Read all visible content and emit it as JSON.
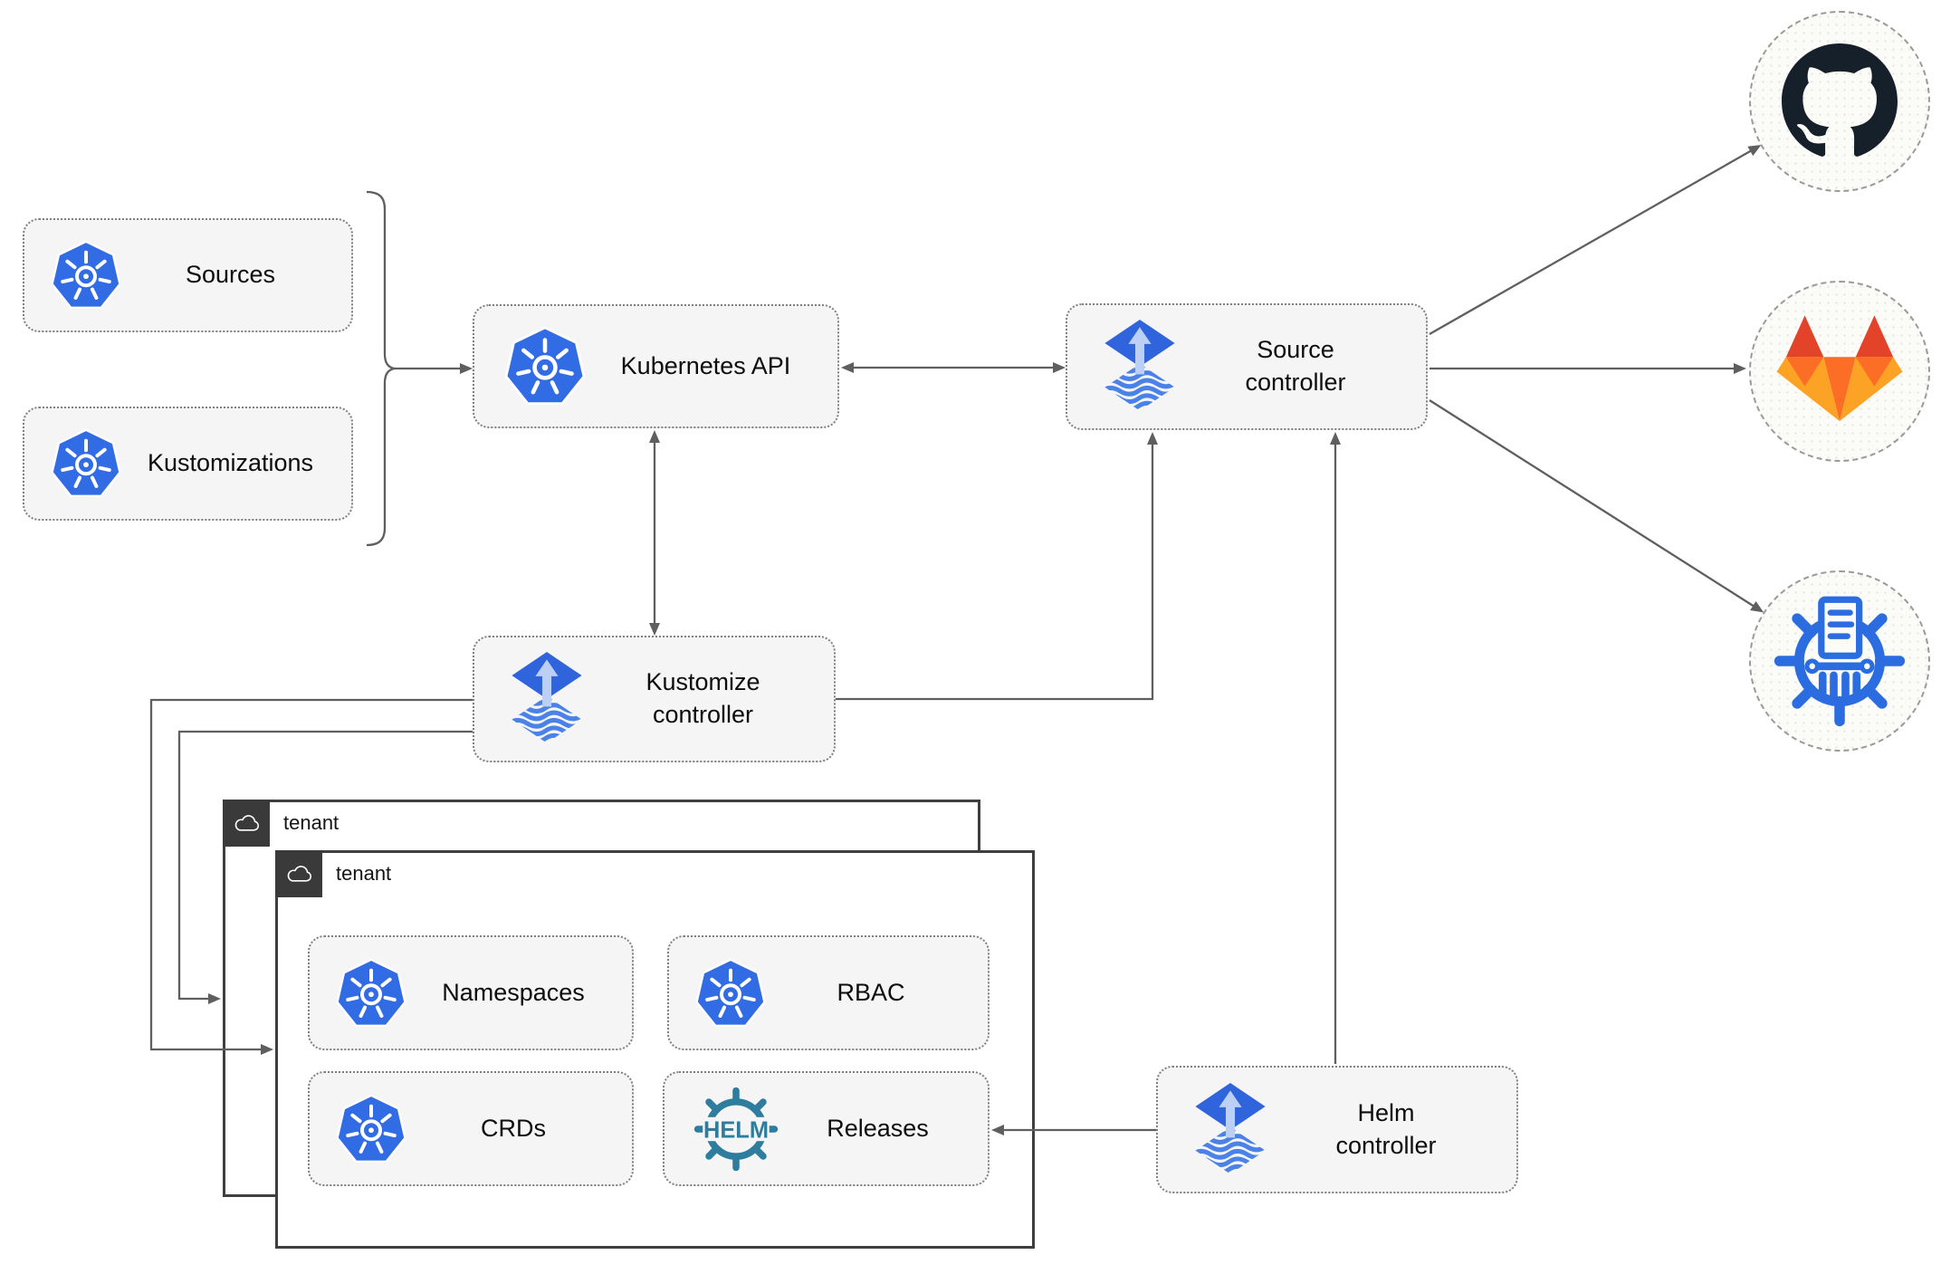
{
  "diagram": {
    "nodes": {
      "sources": {
        "label": "Sources",
        "icon": "kubernetes"
      },
      "kustomizations": {
        "label": "Kustomizations",
        "icon": "kubernetes"
      },
      "kubernetes_api": {
        "label": "Kubernetes API",
        "icon": "kubernetes"
      },
      "source_controller": {
        "label": "Source\ncontroller",
        "icon": "flux"
      },
      "kustomize_controller": {
        "label": "Kustomize\ncontroller",
        "icon": "flux"
      },
      "helm_controller": {
        "label": "Helm\ncontroller",
        "icon": "flux"
      },
      "tenant_outer": {
        "label": "tenant",
        "icon": "cloud"
      },
      "tenant_inner": {
        "label": "tenant",
        "icon": "cloud"
      },
      "namespaces": {
        "label": "Namespaces",
        "icon": "kubernetes"
      },
      "rbac": {
        "label": "RBAC",
        "icon": "kubernetes"
      },
      "crds": {
        "label": "CRDs",
        "icon": "kubernetes"
      },
      "releases": {
        "label": "Releases",
        "icon": "helm-wheel"
      },
      "github": {
        "icon": "github-octocat"
      },
      "gitlab": {
        "icon": "gitlab-tanuki"
      },
      "helm_repository": {
        "icon": "chartmuseum-helm-repository"
      }
    },
    "helm_logo_text": "HELM",
    "edges": [
      {
        "from": "sources_and_kustomizations",
        "to": "kubernetes_api",
        "type": "arrow"
      },
      {
        "from": "kubernetes_api",
        "to": "source_controller",
        "type": "double-arrow"
      },
      {
        "from": "kubernetes_api",
        "to": "kustomize_controller",
        "type": "double-arrow"
      },
      {
        "from": "kustomize_controller",
        "to": "source_controller",
        "type": "arrow"
      },
      {
        "from": "kustomize_controller",
        "to": "tenant_outer",
        "type": "arrow"
      },
      {
        "from": "kustomize_controller",
        "to": "tenant_inner",
        "type": "arrow"
      },
      {
        "from": "helm_controller",
        "to": "source_controller",
        "type": "arrow"
      },
      {
        "from": "helm_controller",
        "to": "releases",
        "type": "arrow"
      },
      {
        "from": "source_controller",
        "to": "github",
        "type": "arrow"
      },
      {
        "from": "source_controller",
        "to": "gitlab",
        "type": "arrow"
      },
      {
        "from": "source_controller",
        "to": "helm_repository",
        "type": "arrow"
      }
    ],
    "colors": {
      "kubernetes_blue": "#326ce5",
      "flux_blue": "#3064dc",
      "flux_arrow_light": "#bcd0f5",
      "flux_wave_blue": "#4b82e8",
      "helm_teal": "#2e7d9f",
      "github_dark": "#15202b",
      "gitlab_red_orange": "#e24329",
      "gitlab_orange": "#fc6d26",
      "gitlab_amber": "#fca326",
      "chartmuseum_blue": "#2b6de0",
      "connector_gray": "#5f5f5f",
      "chip_fill": "#f5f5f5",
      "tenant_border": "#3f3f3f",
      "tenant_header_bg": "#3a3a3a"
    }
  }
}
